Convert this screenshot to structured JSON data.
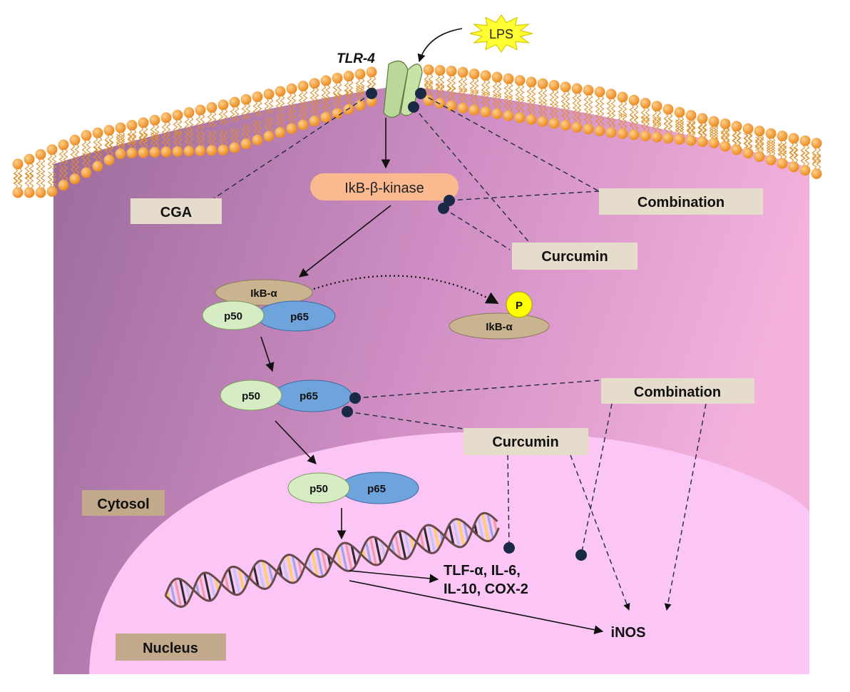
{
  "labels": {
    "lps": "LPS",
    "tlr4": "TLR-4",
    "ikb_kinase": "IkB-β-kinase",
    "cga": "CGA",
    "combination_top": "Combination",
    "curcumin_top": "Curcumin",
    "ikb_alpha": "IkB-α",
    "p50": "p50",
    "p65": "p65",
    "phospho": "P",
    "ikb_alpha_released": "IkB-α",
    "combination_mid": "Combination",
    "curcumin_mid": "Curcumin",
    "cytosol": "Cytosol",
    "cytokines_line1": "TLF-α, IL-6,",
    "cytokines_line2": "IL-10, COX-2",
    "inos": "iNOS",
    "nucleus": "Nucleus"
  },
  "colors": {
    "cell_dark": "#9a6a9a",
    "cell_light": "#f0aedb",
    "nucleus": "#fbc6f6",
    "lipid_head": "#f29a2e",
    "lipid_tail": "#e0902a",
    "tlr4": "#b9d89a",
    "ikk": "#fbb98f",
    "ikb_alpha": "#c9b48f",
    "p50": "#d6ecc4",
    "p65": "#6fa3dc",
    "phospho": "#ffff00",
    "lps": "#ffff33",
    "label_box": "#e6dccb",
    "inhibitor_dot": "#1a2a44"
  }
}
